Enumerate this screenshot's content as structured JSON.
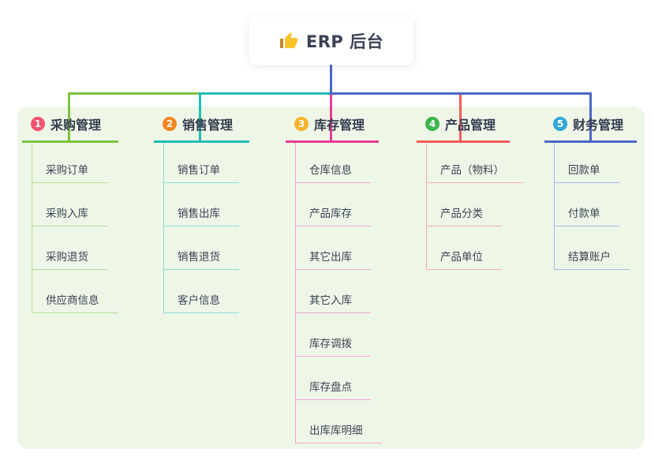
{
  "root": {
    "title": "ERP 后台",
    "icon": "thumbs-up-icon"
  },
  "colors": {
    "panel_bg": "#edf6e7",
    "root_text": "#3b4156",
    "thumb_yellow": "#f9c32c",
    "thumb_cuff": "#c9872b"
  },
  "branches": [
    {
      "badge": "1",
      "label": "采购管理",
      "badge_color": "#f4516c",
      "line_color": "#7cc241",
      "child_line_color": "#b9dd94",
      "children": [
        "采购订单",
        "采购入库",
        "采购退货",
        "供应商信息"
      ]
    },
    {
      "badge": "2",
      "label": "销售管理",
      "badge_color": "#f6851f",
      "line_color": "#1fbdb2",
      "child_line_color": "#8eddd5",
      "children": [
        "销售订单",
        "销售出库",
        "销售退货",
        "客户信息"
      ]
    },
    {
      "badge": "3",
      "label": "库存管理",
      "badge_color": "#f7b32b",
      "line_color": "#ea3a96",
      "child_line_color": "#f5a3d0",
      "children": [
        "仓库信息",
        "产品库存",
        "其它出库",
        "其它入库",
        "库存调拨",
        "库存盘点",
        "出库库明细"
      ]
    },
    {
      "badge": "4",
      "label": "产品管理",
      "badge_color": "#3bb54b",
      "line_color": "#f45a5a",
      "child_line_color": "#f9adad",
      "children": [
        "产品（物料）",
        "产品分类",
        "产品单位"
      ]
    },
    {
      "badge": "5",
      "label": "财务管理",
      "badge_color": "#30a9da",
      "line_color": "#4d66c6",
      "child_line_color": "#a9bce9",
      "children": [
        "回款单",
        "付款单",
        "结算账户"
      ]
    }
  ]
}
